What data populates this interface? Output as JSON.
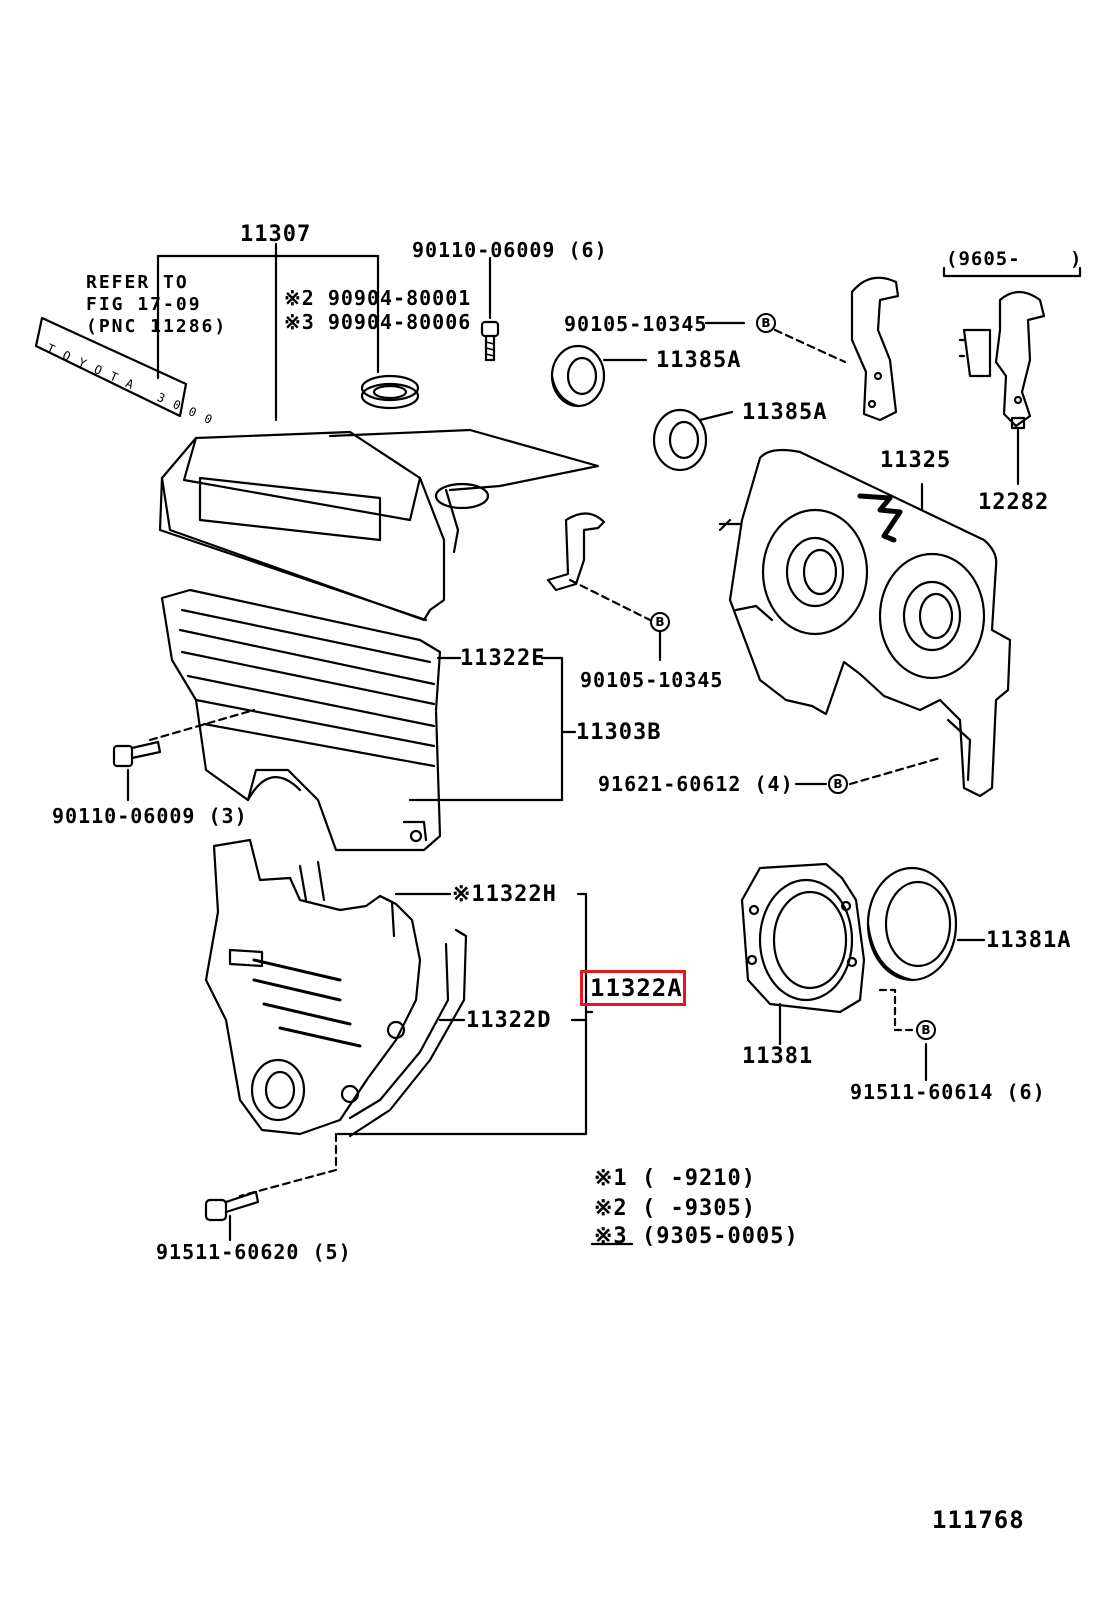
{
  "diagram": {
    "accent_color": "#e8141e",
    "highlighted_part": "11322A",
    "figure_number": "111768",
    "refer": {
      "line1": "REFER TO",
      "line2": "FIG 17-09",
      "line3": "(PNC 11286)"
    },
    "emblem_text": "TOYOTA 3000",
    "labels": {
      "p11307": "11307",
      "p90904_80001": "※2 90904-80001",
      "p90904_80006": "※3 90904-80006",
      "p90110_06009_6": "90110-06009 (6)",
      "p90105_10345_top": "90105-10345",
      "p11385A_1": "11385A",
      "p11385A_2": "11385A",
      "p9605": "(9605-",
      "p9605_close": ")",
      "p11325": "11325",
      "p12282": "12282",
      "p11322E": "11322E",
      "p90105_10345_mid": "90105-10345",
      "p11303B": "11303B",
      "p90110_06009_3": "90110-06009 (3)",
      "p91621_60612": "91621-60612 (4)",
      "p11322H": "※11322H",
      "p11381A": "11381A",
      "p11322D": "11322D",
      "p11322A": "11322A",
      "p11381": "11381",
      "p91511_60614": "91511-60614 (6)",
      "p91511_60620": "91511-60620 (5)"
    },
    "notes": [
      {
        "mark": "※1",
        "range": "(        -9210)"
      },
      {
        "mark": "※2",
        "range": "(        -9305)"
      },
      {
        "mark": "※3",
        "range": "(9305-0005)"
      }
    ],
    "bolt_symbol": "B"
  }
}
